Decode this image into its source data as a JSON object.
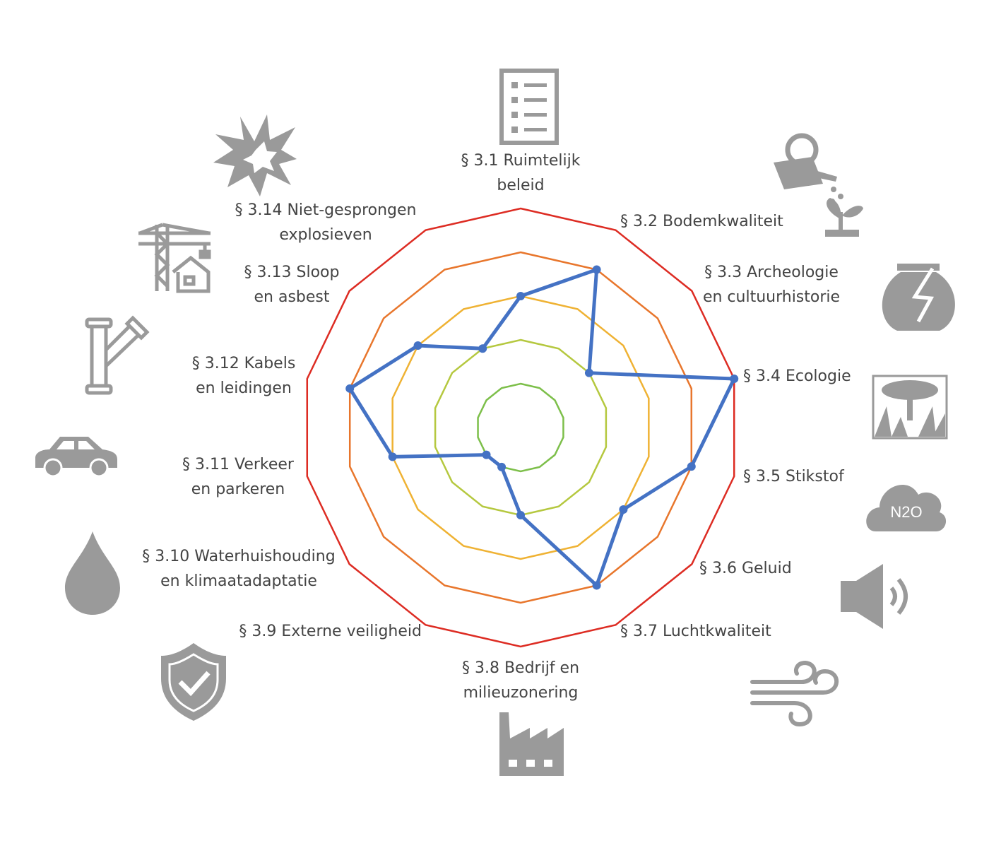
{
  "chart_data": {
    "type": "radar",
    "title": "",
    "categories": [
      [
        "§ 3.1 Ruimtelijk",
        "beleid"
      ],
      [
        "§ 3.2 Bodemkwaliteit"
      ],
      [
        "§ 3.3 Archeologie",
        "en cultuurhistorie"
      ],
      [
        "§ 3.4 Ecologie"
      ],
      [
        "§ 3.5 Stikstof"
      ],
      [
        "§ 3.6 Geluid"
      ],
      [
        "§ 3.7 Luchtkwaliteit"
      ],
      [
        "§ 3.8 Bedrijf en",
        "milieuzonering"
      ],
      [
        "§ 3.9 Externe veiligheid"
      ],
      [
        "§ 3.10 Waterhuishouding",
        "en klimaatadaptatie"
      ],
      [
        "§ 3.11 Verkeer",
        "en parkeren"
      ],
      [
        "§ 3.12 Kabels",
        "en leidingen"
      ],
      [
        "§ 3.13 Sloop",
        "en asbest"
      ],
      [
        "§ 3.14 Niet-gesprongen",
        "explosieven"
      ]
    ],
    "values": [
      3,
      4,
      2,
      5,
      4,
      3,
      4,
      2,
      1,
      1,
      3,
      4,
      3,
      2
    ],
    "range": [
      0,
      5
    ],
    "rings": [
      1,
      2,
      3,
      4,
      5
    ],
    "ring_colors": [
      "#7dbf4a",
      "#b5c83f",
      "#efb233",
      "#e8762c",
      "#dd2c23"
    ],
    "series_color": "#4472c4",
    "icons": [
      "checklist-icon",
      "watering-can-plant-icon",
      "broken-pot-icon",
      "nature-icon",
      "n2o-cloud-icon",
      "speaker-icon",
      "wind-icon",
      "factory-icon",
      "shield-check-icon",
      "water-drop-icon",
      "car-icon",
      "pipe-icon",
      "crane-house-icon",
      "explosion-icon"
    ],
    "icon_color": "#9a9a9a",
    "n2o_text": "N2O"
  }
}
